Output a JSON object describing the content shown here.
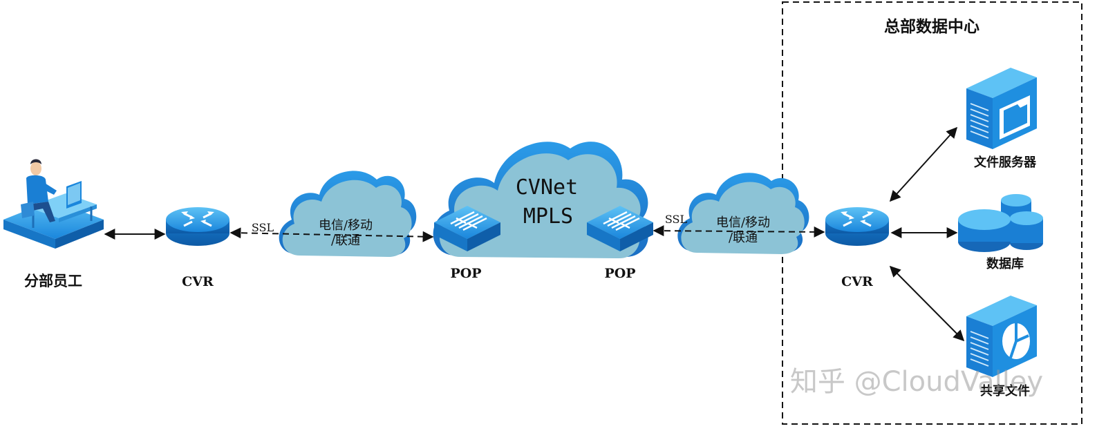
{
  "hq": {
    "title": "总部数据中心"
  },
  "nodes": {
    "branch_employee": "分部员工",
    "cvr_left": "CVR",
    "cvr_right": "CVR",
    "pop_left": "POP",
    "pop_right": "POP",
    "file_server": "文件服务器",
    "database": "数据库",
    "shared_files": "共享文件"
  },
  "clouds": {
    "carrier_left_line1": "电信/移动",
    "carrier_left_line2": "/联通",
    "carrier_right_line1": "电信/移动",
    "carrier_right_line2": "/联通",
    "core_line1": "CVNet",
    "core_line2": "MPLS"
  },
  "links": {
    "ssl_left": "SSL",
    "ssl_right": "SSL"
  },
  "watermark": "知乎 @CloudValley",
  "colors": {
    "cloud_fill": "#8cc3d6",
    "cloud_edge": "#1f86d8",
    "device_blue": "#1a7fd4",
    "device_light": "#4fb3f0"
  }
}
